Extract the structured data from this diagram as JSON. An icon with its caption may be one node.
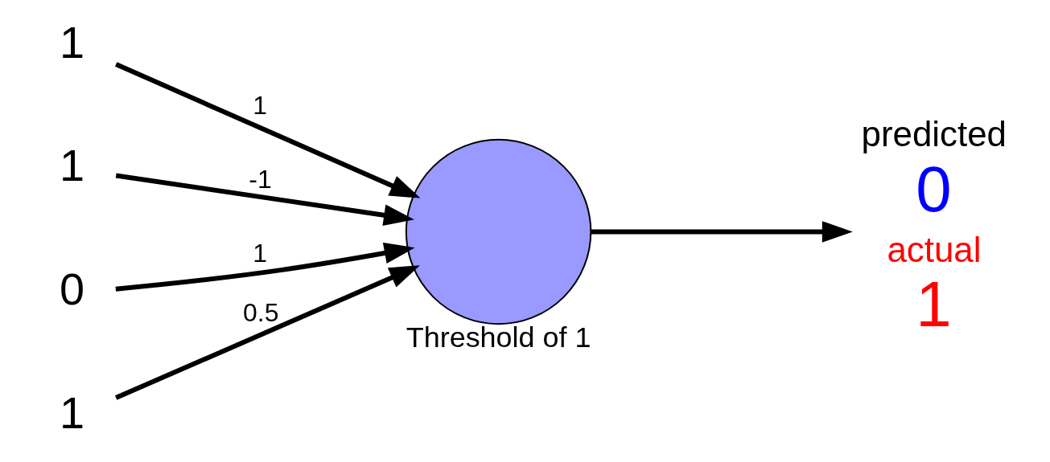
{
  "diagram": {
    "nodes": [
      {
        "text": [
          "1"
        ]
      },
      {
        "text": [
          "1"
        ]
      },
      {
        "text": [
          "0"
        ]
      },
      {
        "text": [
          "1"
        ]
      },
      {
        "text": [],
        "shape": "circle",
        "beside": [
          "Threshold of 1"
        ]
      },
      {
        "text": [
          "predicted",
          "0",
          "actual",
          "1"
        ]
      }
    ],
    "edges": [
      {
        "from": 0,
        "to": 4,
        "arrow": "to",
        "label": "1"
      },
      {
        "from": 1,
        "to": 4,
        "arrow": "to",
        "label": "-1"
      },
      {
        "from": 2,
        "to": 4,
        "arrow": "to",
        "label": "1"
      },
      {
        "from": 3,
        "to": 4,
        "arrow": "to",
        "label": "0.5"
      },
      {
        "from": 4,
        "to": 5,
        "arrow": "to"
      }
    ]
  }
}
